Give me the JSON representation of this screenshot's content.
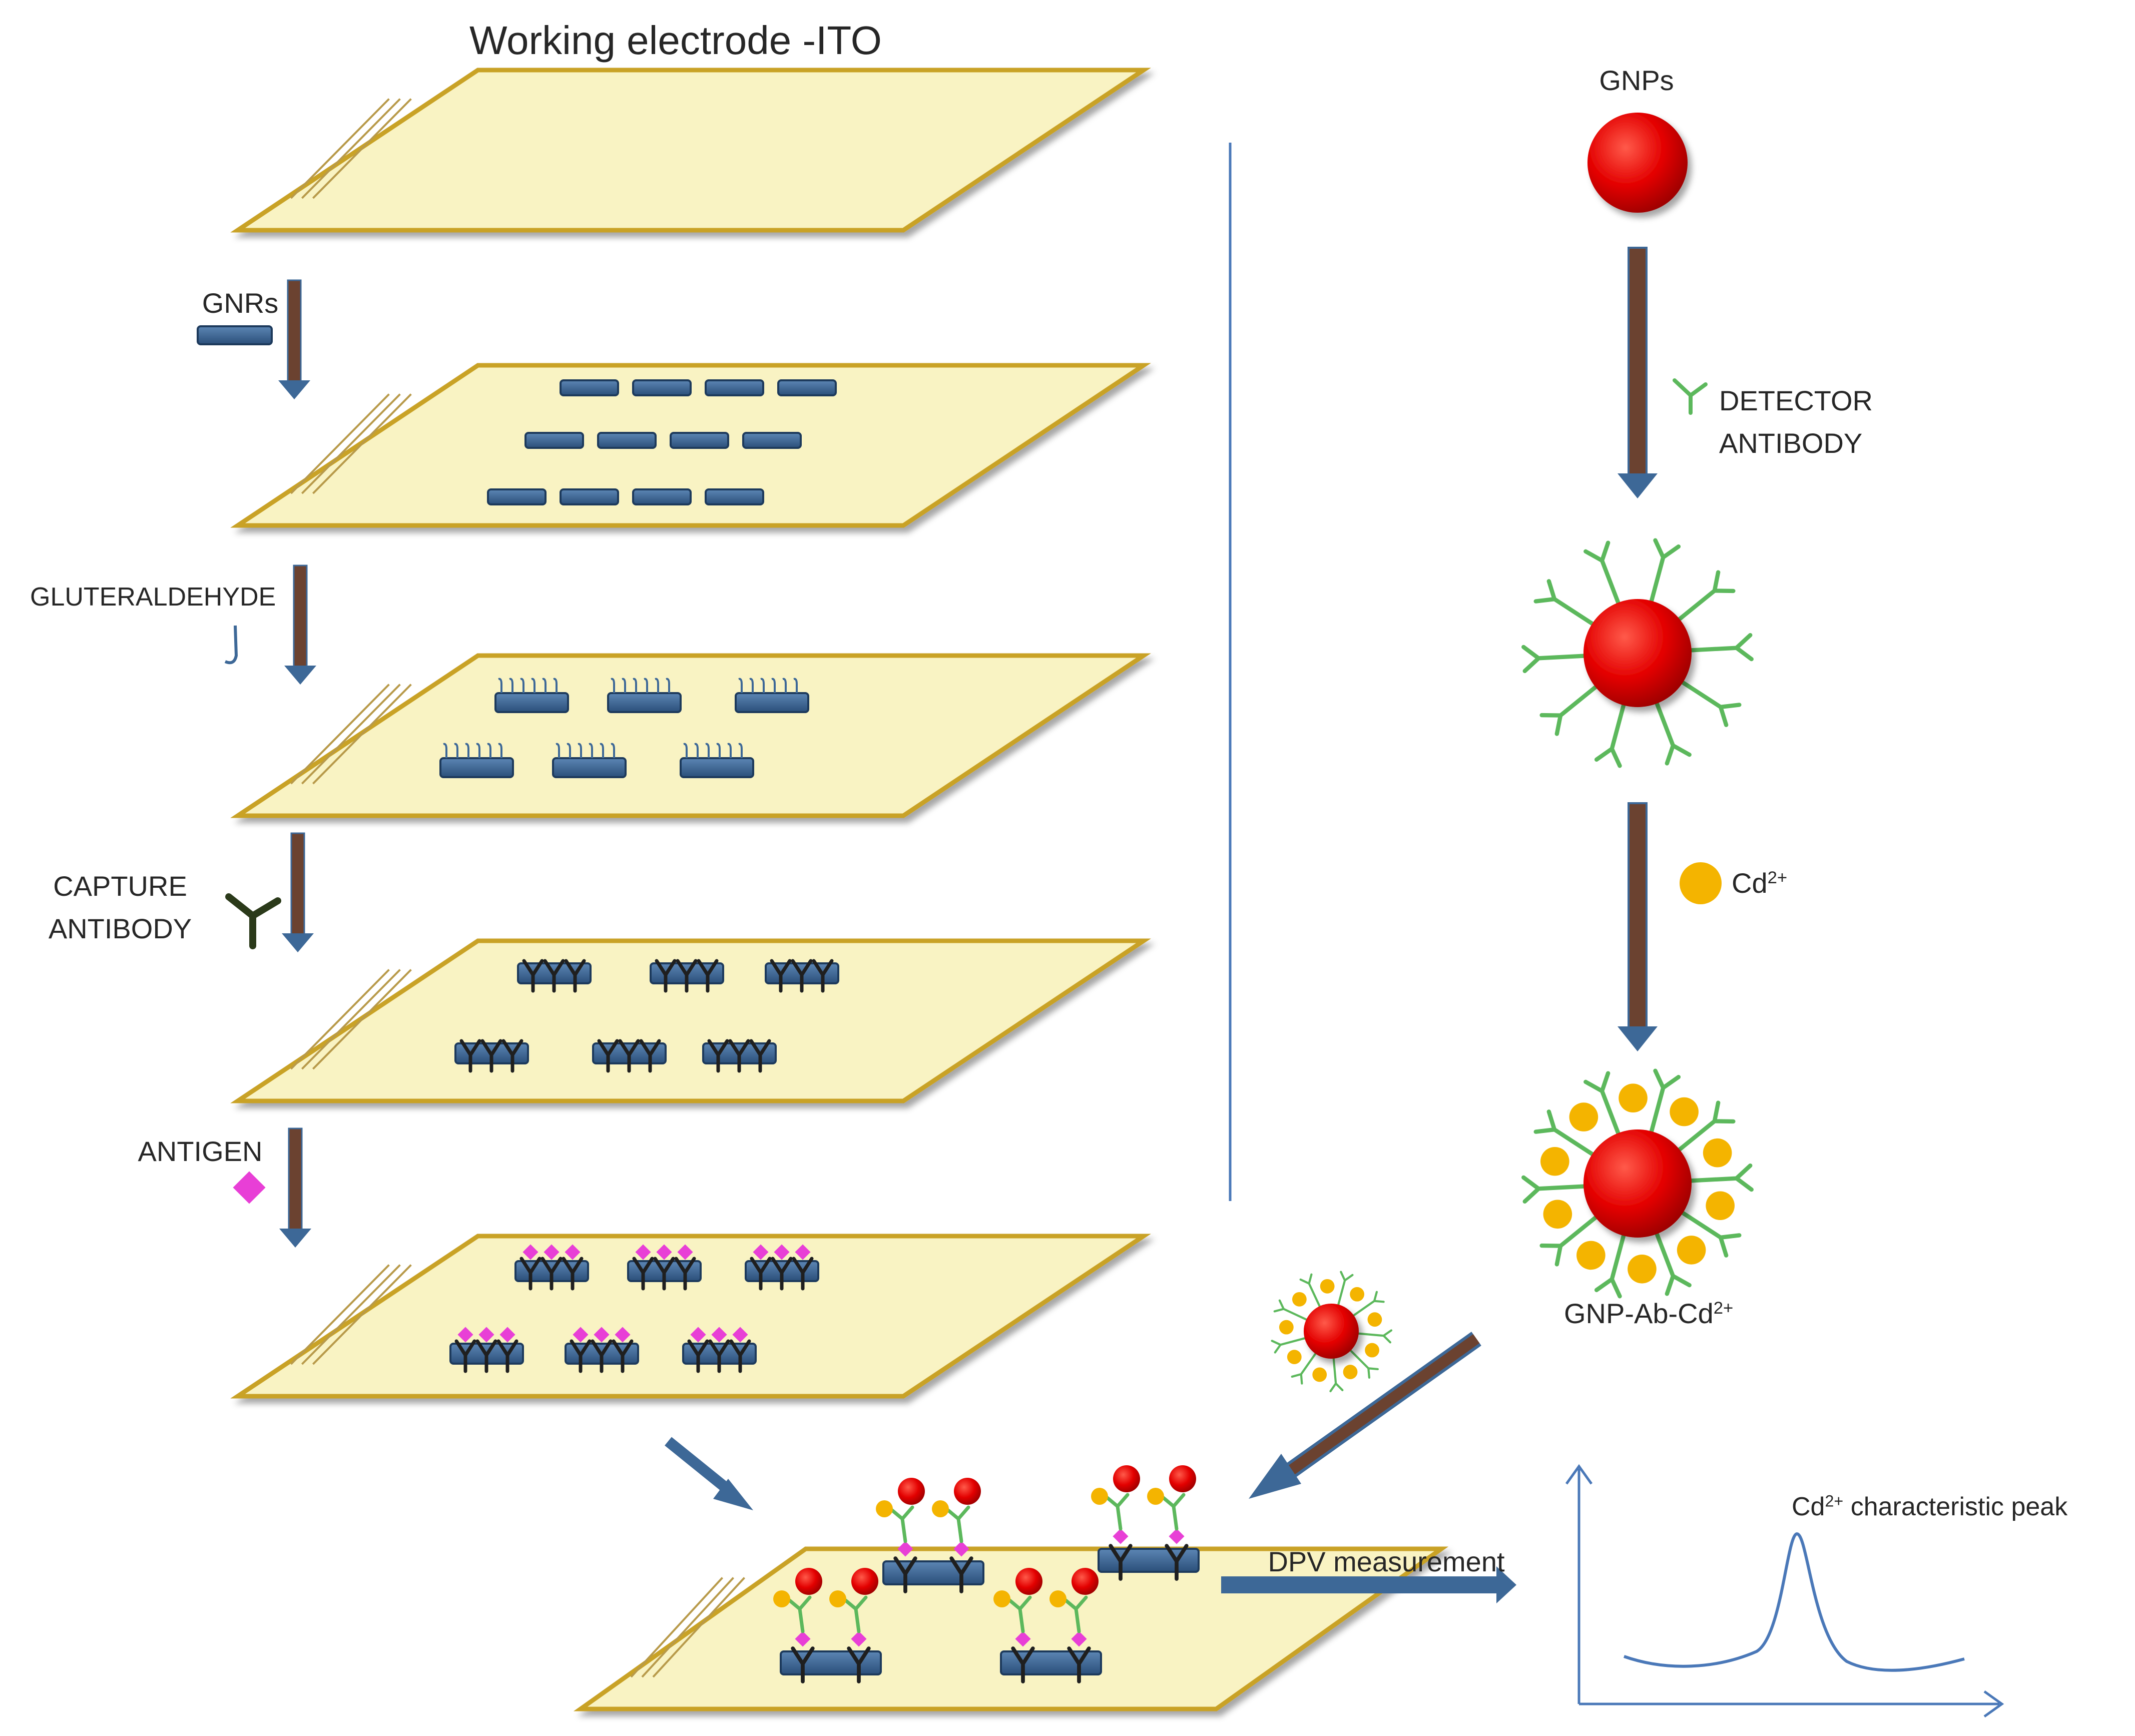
{
  "title": "Working electrode -ITO",
  "steps": {
    "gnrs": "GNRs",
    "gluteraldehyde": "GLUTERALDEHYDE",
    "capture_1": "CAPTURE",
    "capture_2": "ANTIBODY",
    "antigen": "ANTIGEN"
  },
  "right": {
    "gnps": "GNPs",
    "detector_1": "DETECTOR",
    "detector_2": "ANTIBODY",
    "cd_base": "Cd",
    "cd_charge": "2+",
    "conj_base": "GNP-Ab-Cd",
    "conj_charge": "2+"
  },
  "bottom": {
    "dpv": "DPV measurement",
    "peak_base": "Cd",
    "peak_charge": "2+",
    "peak_rest": " characteristic peak"
  },
  "colors": {
    "slide_fill": "#f9f3c3",
    "slide_edge": "#c9a227",
    "rod": "#3d6897",
    "arrow": "#6b4230",
    "gnp": "#e30000",
    "detector_ab": "#5cb85c",
    "capture_ab": "#1f1f1f",
    "antigen": "#e83fd6",
    "cd_ion": "#f4b400",
    "blue_line": "#4a78b8"
  }
}
